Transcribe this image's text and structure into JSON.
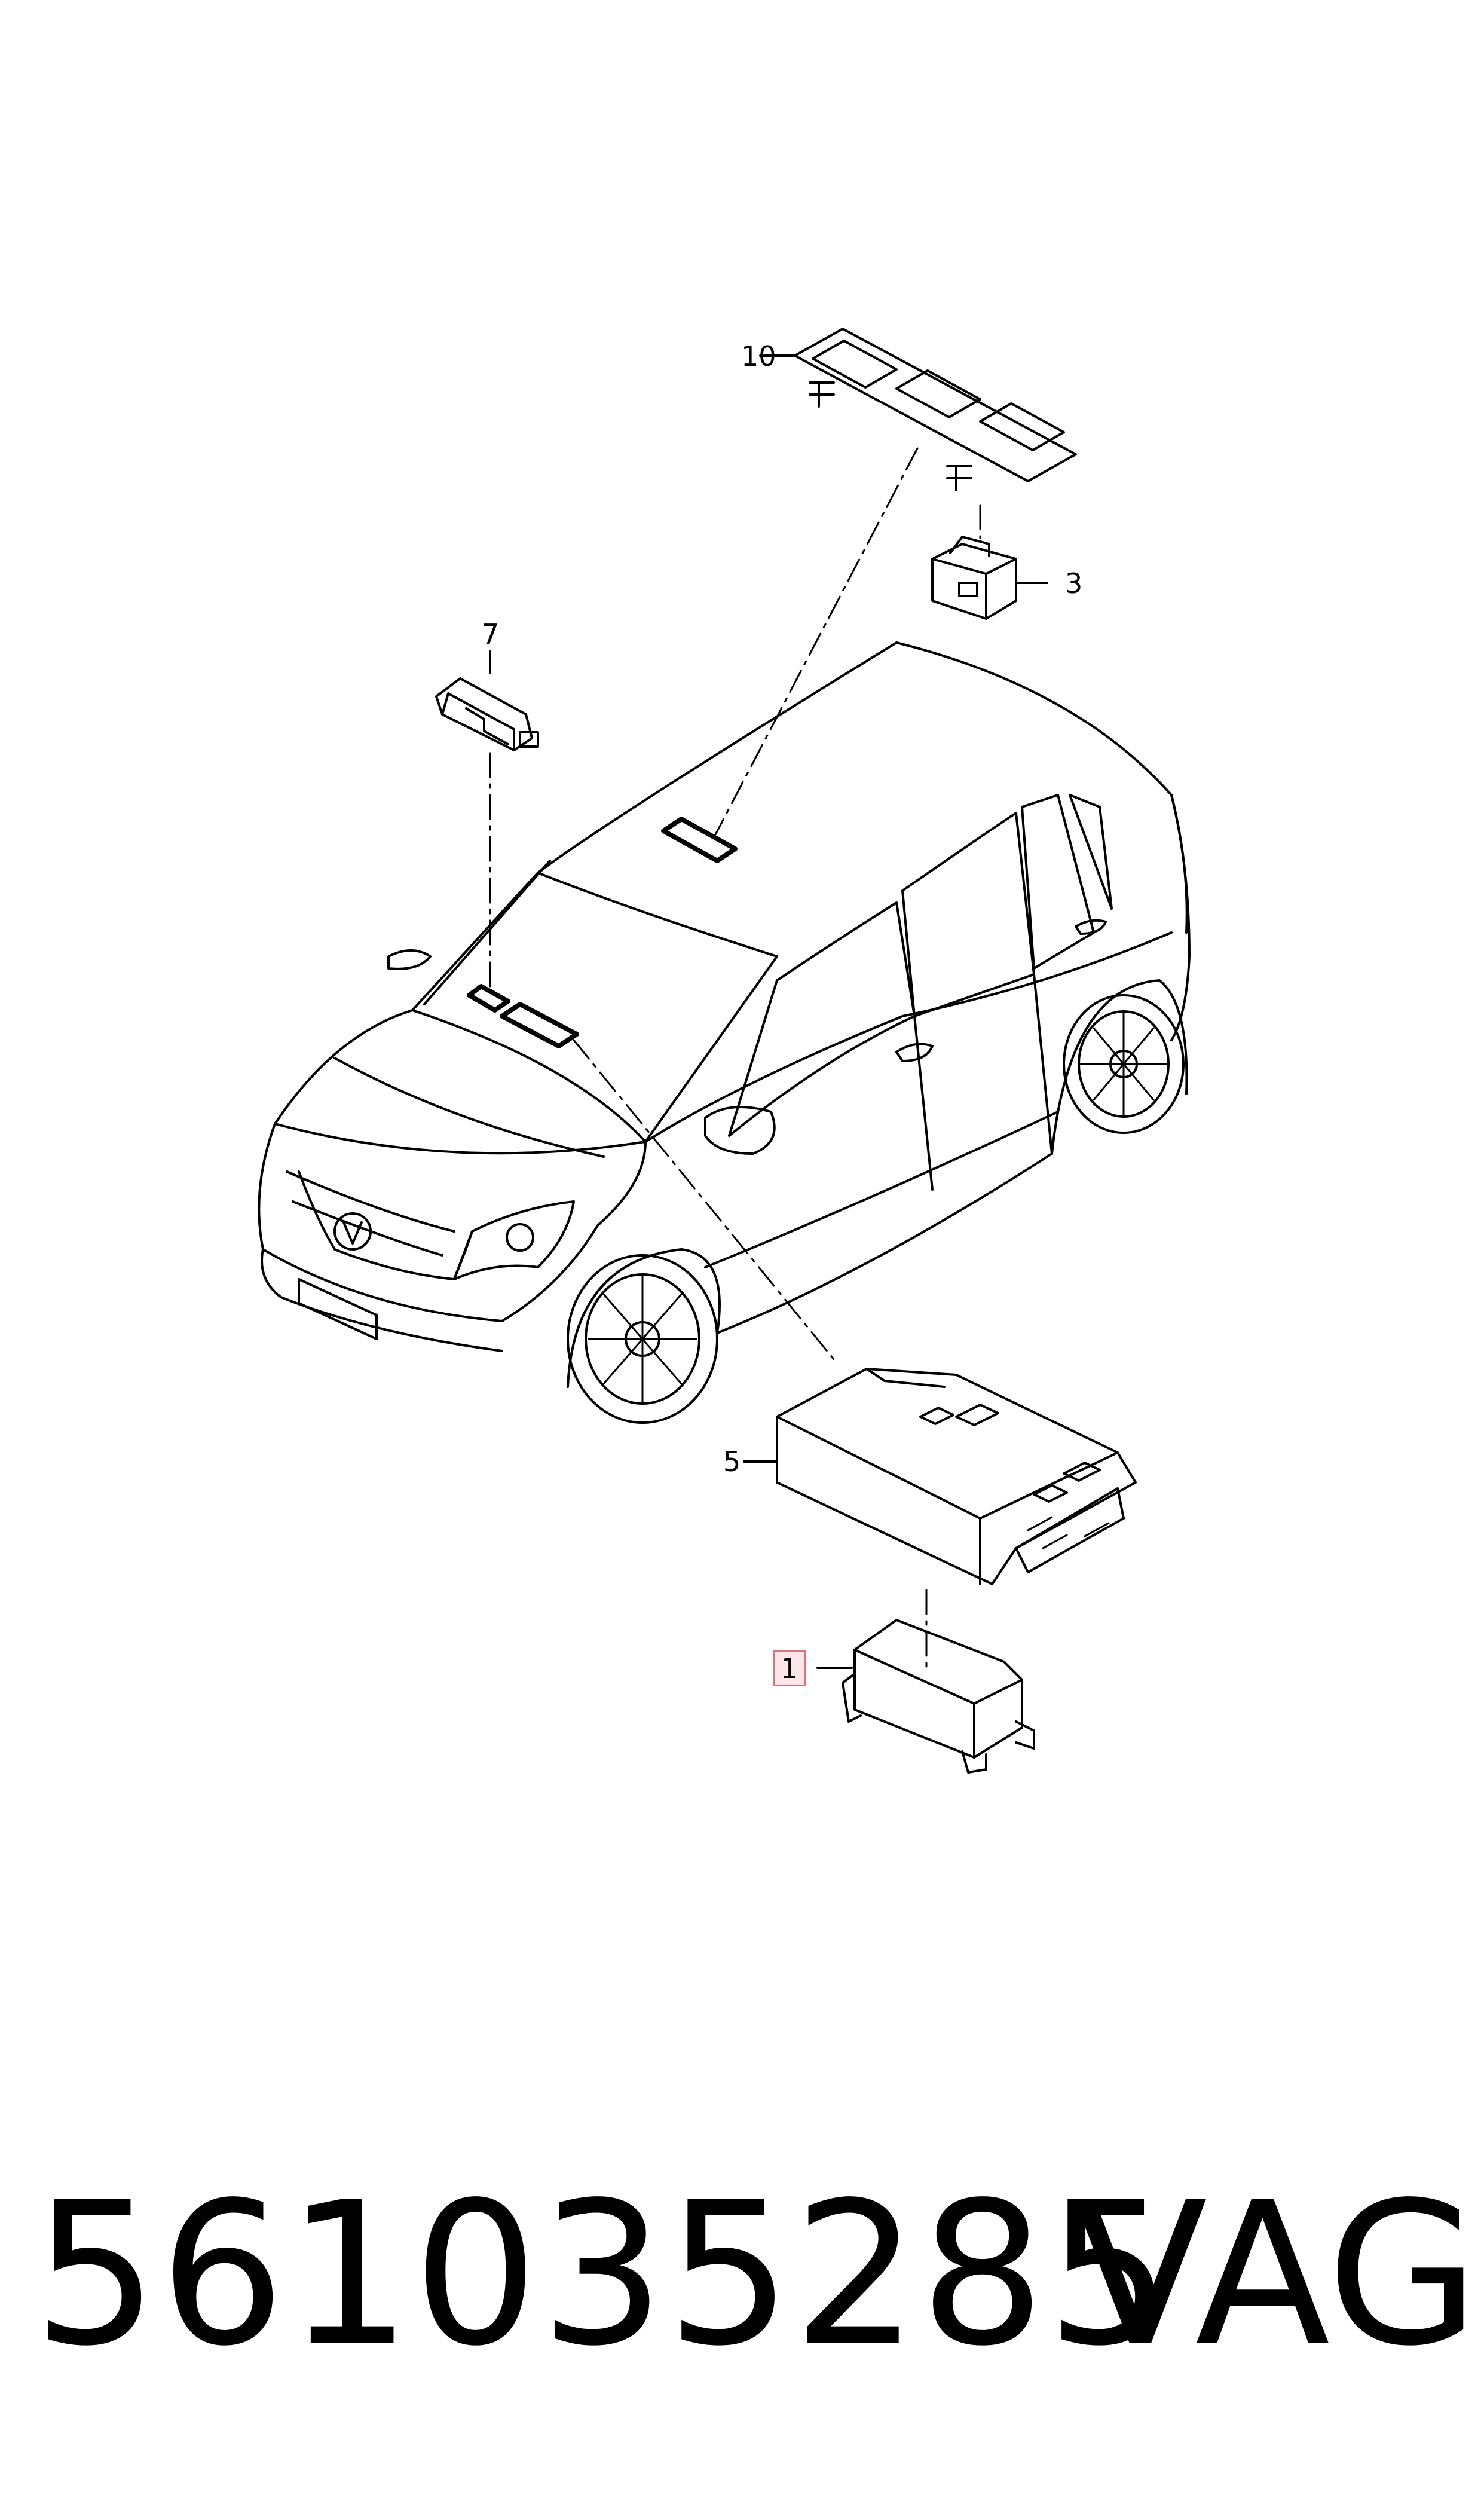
{
  "callouts": {
    "c10": "10",
    "c3": "3",
    "c7": "7",
    "c5": "5",
    "c1": "1"
  },
  "footer": {
    "part_number": "561035285",
    "brand": "VAG"
  },
  "colors": {
    "line": "#000000",
    "highlight_border": "#e0707a",
    "highlight_fill": "#fde6ea"
  }
}
